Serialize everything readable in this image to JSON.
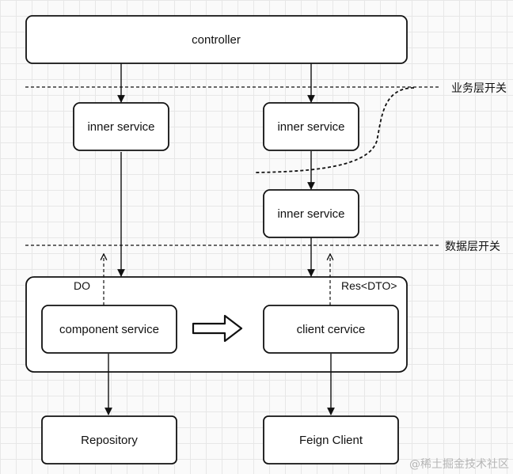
{
  "diagram": {
    "nodes": {
      "controller": "controller",
      "inner_service_left": "inner service",
      "inner_service_right_top": "inner service",
      "inner_service_right_bottom": "inner service",
      "component_service": "component service",
      "client_service": "client cervice",
      "repository": "Repository",
      "feign_client": "Feign Client"
    },
    "labels": {
      "business_layer_switch": "业务层开关",
      "data_layer_switch": "数据层开关",
      "do_label": "DO",
      "res_dto_label": "Res<DTO>"
    },
    "watermark": "@稀土掘金技术社区"
  }
}
